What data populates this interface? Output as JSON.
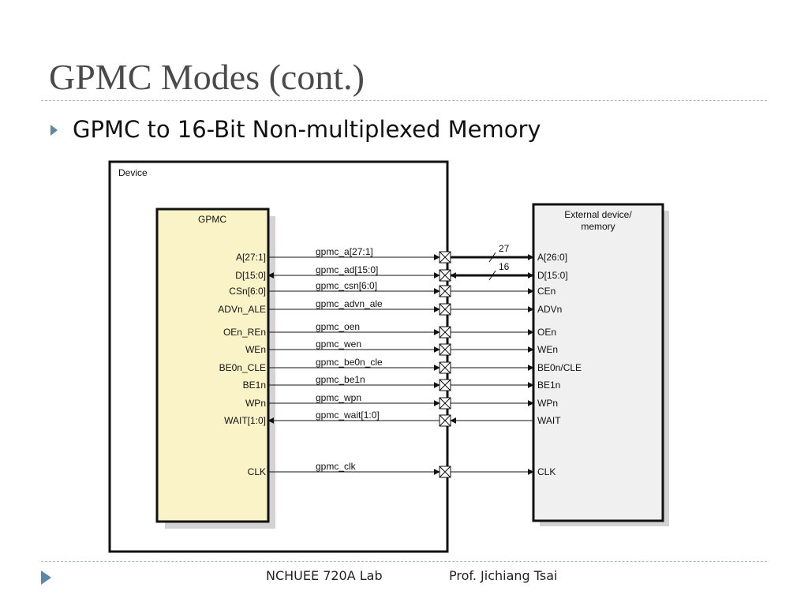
{
  "slide": {
    "title": "GPMC Modes (cont.)",
    "bullet": "GPMC to 16-Bit Non-multiplexed Memory"
  },
  "diagram": {
    "device_label": "Device",
    "gpmc_label": "GPMC",
    "external_label_lines": [
      "External device/",
      "memory"
    ],
    "colors": {
      "gpmc_fill": "#fbf3c8",
      "external_fill": "#f1f0f1",
      "shadow": "#d3d3d3",
      "line": "#111111"
    },
    "signals": [
      {
        "gpmc_pin": "A[27:1]",
        "net": "gpmc_a[27:1]",
        "ext_pin": "A[26:0]",
        "direction": "out",
        "bus_width": "27"
      },
      {
        "gpmc_pin": "D[15:0]",
        "net": "gpmc_ad[15:0]",
        "ext_pin": "D[15:0]",
        "direction": "bidir",
        "bus_width": "16"
      },
      {
        "gpmc_pin": "CSn[6:0]",
        "net": "gpmc_csn[6:0]",
        "ext_pin": "CEn",
        "direction": "out"
      },
      {
        "gpmc_pin": "ADVn_ALE",
        "net": "gpmc_advn_ale",
        "ext_pin": "ADVn",
        "direction": "out"
      },
      {
        "gpmc_pin": "OEn_REn",
        "net": "gpmc_oen",
        "ext_pin": "OEn",
        "direction": "out"
      },
      {
        "gpmc_pin": "WEn",
        "net": "gpmc_wen",
        "ext_pin": "WEn",
        "direction": "out"
      },
      {
        "gpmc_pin": "BE0n_CLE",
        "net": "gpmc_be0n_cle",
        "ext_pin": "BE0n/CLE",
        "direction": "out"
      },
      {
        "gpmc_pin": "BE1n",
        "net": "gpmc_be1n",
        "ext_pin": "BE1n",
        "direction": "out"
      },
      {
        "gpmc_pin": "WPn",
        "net": "gpmc_wpn",
        "ext_pin": "WPn",
        "direction": "out"
      },
      {
        "gpmc_pin": "WAIT[1:0]",
        "net": "gpmc_wait[1:0]",
        "ext_pin": "WAIT",
        "direction": "in"
      },
      {
        "gpmc_pin": "CLK",
        "net": "gpmc_clk",
        "ext_pin": "CLK",
        "direction": "out"
      }
    ]
  },
  "footer": {
    "lab": "NCHUEE 720A Lab",
    "author": "Prof. Jichiang Tsai"
  }
}
